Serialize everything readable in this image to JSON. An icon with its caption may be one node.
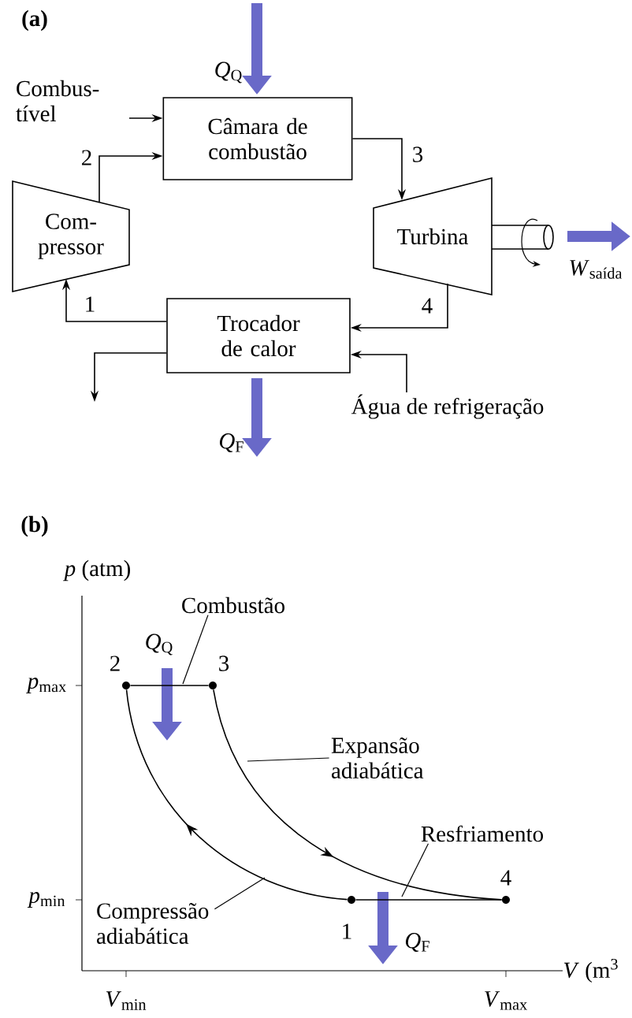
{
  "diagram": {
    "nodes": [
      {
        "text": [
          "Câmara de combustão"
        ]
      },
      {
        "text": [
          "Com- pressor"
        ]
      },
      {
        "text": [
          "Turbina"
        ]
      },
      {
        "text": [
          "Trocador de calor"
        ]
      },
      {
        "text": [
          "Combus- tível"
        ]
      },
      {
        "text": [
          "Água de refrigeração"
        ]
      },
      {
        "text": [],
        "shape": "circle",
        "beside": [
          "2"
        ]
      },
      {
        "text": [],
        "shape": "circle",
        "beside": [
          "3"
        ]
      },
      {
        "text": [],
        "shape": "circle",
        "beside": [
          "4"
        ]
      },
      {
        "text": [],
        "shape": "circle",
        "beside": [
          "1"
        ]
      },
      {
        "text": [
          "Combustão"
        ]
      },
      {
        "text": [
          "Expansão adiabática"
        ]
      },
      {
        "text": [
          "Resfriamento"
        ]
      },
      {
        "text": [
          "Compressão adiabática"
        ]
      }
    ],
    "edges": [
      {
        "from": 4,
        "to": 0,
        "arrow": "to"
      },
      {
        "from": 1,
        "to": 0,
        "arrow": "to",
        "label": "2"
      },
      {
        "from": 0,
        "to": 2,
        "arrow": "to",
        "label": "3"
      },
      {
        "from": 2,
        "to": 3,
        "arrow": "to",
        "label": "4"
      },
      {
        "from": 3,
        "to": 1,
        "arrow": "to",
        "label": "1"
      },
      {
        "from": 3,
        "to": null,
        "arrow": "to"
      },
      {
        "from": 5,
        "to": 3,
        "arrow": "to"
      },
      {
        "from": 6,
        "to": 7,
        "arrow": "none"
      },
      {
        "from": 7,
        "to": 8,
        "arrow": "to"
      },
      {
        "from": 8,
        "to": 9,
        "arrow": "none"
      },
      {
        "from": 9,
        "to": 6,
        "arrow": "to"
      },
      {
        "from": 10,
        "to": null,
        "arrow": "none"
      },
      {
        "from": 11,
        "to": null,
        "arrow": "none"
      },
      {
        "from": 12,
        "to": null,
        "arrow": "none"
      },
      {
        "from": 13,
        "to": null,
        "arrow": "none"
      }
    ],
    "labels": [
      "(a)",
      "*Q*$_{Q}$",
      "*W*$_{saída}$",
      "*Q*$_{F}$",
      "(b)",
      "*p* (atm)",
      "*Q*$_{Q}$",
      "*p*$_{max}$",
      "*p*$_{min}$",
      "*Q*$_{F}$",
      "*V* (m$^{3}$",
      "*V*$_{min}$",
      "*V*$_{max}$"
    ]
  }
}
